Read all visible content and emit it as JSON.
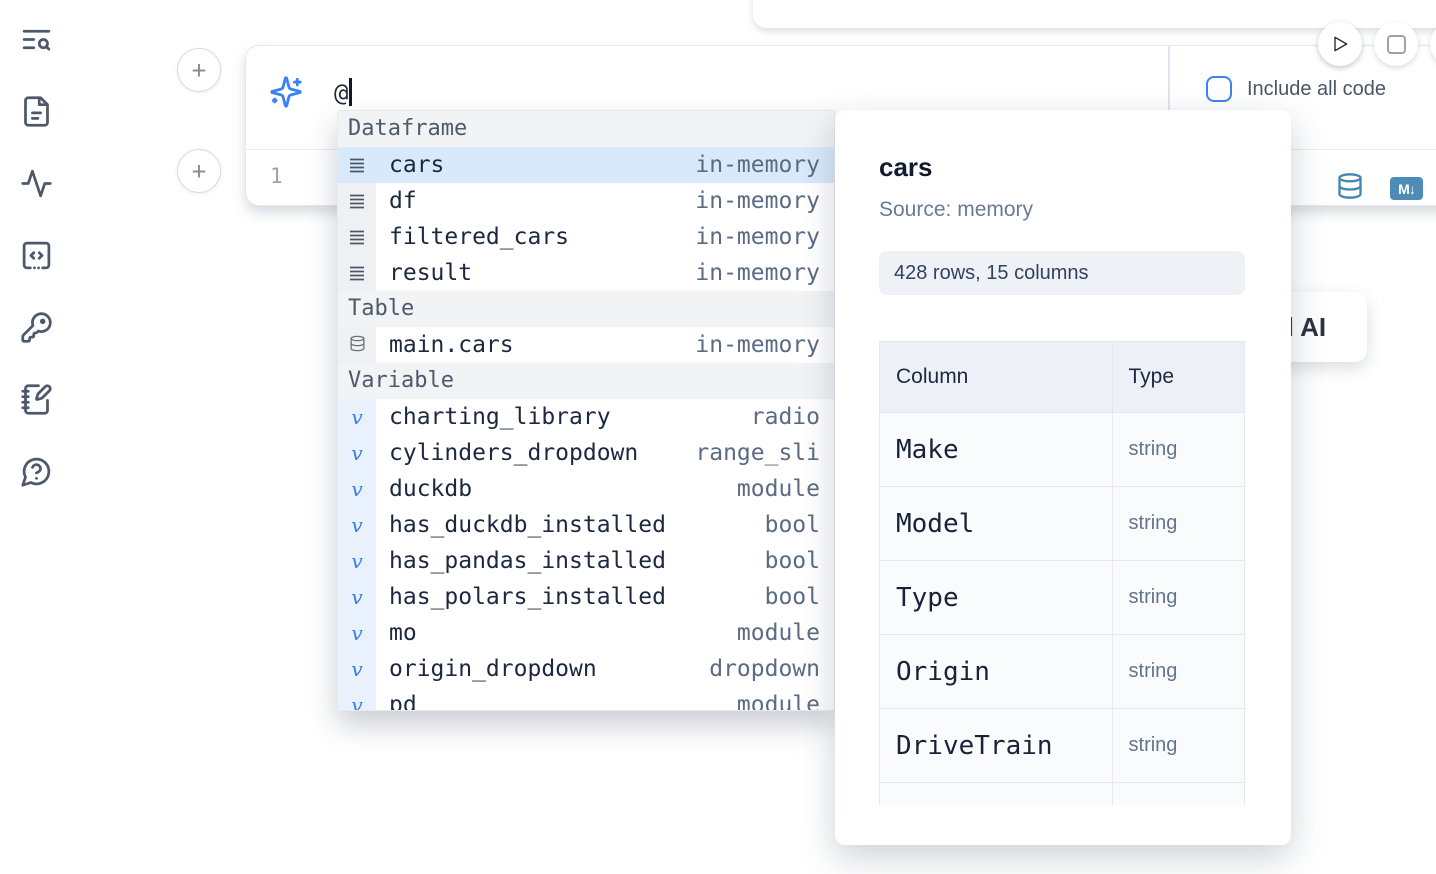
{
  "colors": {
    "accent_blue": "#3b82f6",
    "selection_bg": "#d8e9fb",
    "section_header_bg": "#f2f3f5",
    "gutter_gray_bg": "#eef0f4",
    "gutter_blue_bg": "#e8f1fc",
    "sidebar_icon": "#4d596a",
    "database_icon_blue": "#4387b0",
    "markdown_badge_bg": "#4e8cb8"
  },
  "sidebar": {
    "items": [
      {
        "icon": "list-search-icon"
      },
      {
        "icon": "file-text-icon"
      },
      {
        "icon": "activity-icon"
      },
      {
        "icon": "code-snippets-icon"
      },
      {
        "icon": "key-icon"
      },
      {
        "icon": "notebook-pen-icon"
      },
      {
        "icon": "help-icon"
      }
    ]
  },
  "run_controls": {
    "buttons": [
      "play",
      "stop",
      "partial"
    ]
  },
  "ai_cell": {
    "prompt_value": "@",
    "include_all_code_label": "Include all code"
  },
  "code_cell": {
    "line_number": "1",
    "markdown_badge": "M↓"
  },
  "autocomplete": {
    "sections": [
      {
        "label": "Dataframe",
        "items": [
          {
            "icon": "rows",
            "name": "cars",
            "type": "in-memory",
            "selected": true
          },
          {
            "icon": "rows",
            "name": "df",
            "type": "in-memory"
          },
          {
            "icon": "rows",
            "name": "filtered_cars",
            "type": "in-memory"
          },
          {
            "icon": "rows",
            "name": "result",
            "type": "in-memory"
          }
        ]
      },
      {
        "label": "Table",
        "items": [
          {
            "icon": "database",
            "name": "main.cars",
            "type": "in-memory"
          }
        ]
      },
      {
        "label": "Variable",
        "items": [
          {
            "icon": "variable",
            "name": "charting_library",
            "type": "radio"
          },
          {
            "icon": "variable",
            "name": "cylinders_dropdown",
            "type": "range_sli"
          },
          {
            "icon": "variable",
            "name": "duckdb",
            "type": "module"
          },
          {
            "icon": "variable",
            "name": "has_duckdb_installed",
            "type": "bool"
          },
          {
            "icon": "variable",
            "name": "has_pandas_installed",
            "type": "bool"
          },
          {
            "icon": "variable",
            "name": "has_polars_installed",
            "type": "bool"
          },
          {
            "icon": "variable",
            "name": "mo",
            "type": "module"
          },
          {
            "icon": "variable",
            "name": "origin_dropdown",
            "type": "dropdown"
          },
          {
            "icon": "variable",
            "name": "pd",
            "type": "module",
            "partial": true
          }
        ]
      }
    ]
  },
  "preview": {
    "title": "cars",
    "source_label": "Source: memory",
    "shape_label": "428 rows, 15 columns",
    "table": {
      "headers": [
        "Column",
        "Type"
      ],
      "rows": [
        [
          "Make",
          "string"
        ],
        [
          "Model",
          "string"
        ],
        [
          "Type",
          "string"
        ],
        [
          "Origin",
          "string"
        ],
        [
          "DriveTrain",
          "string"
        ]
      ],
      "partial_row": [
        "",
        ""
      ]
    }
  },
  "ai_card": {
    "visible_fragment": "d AI"
  }
}
